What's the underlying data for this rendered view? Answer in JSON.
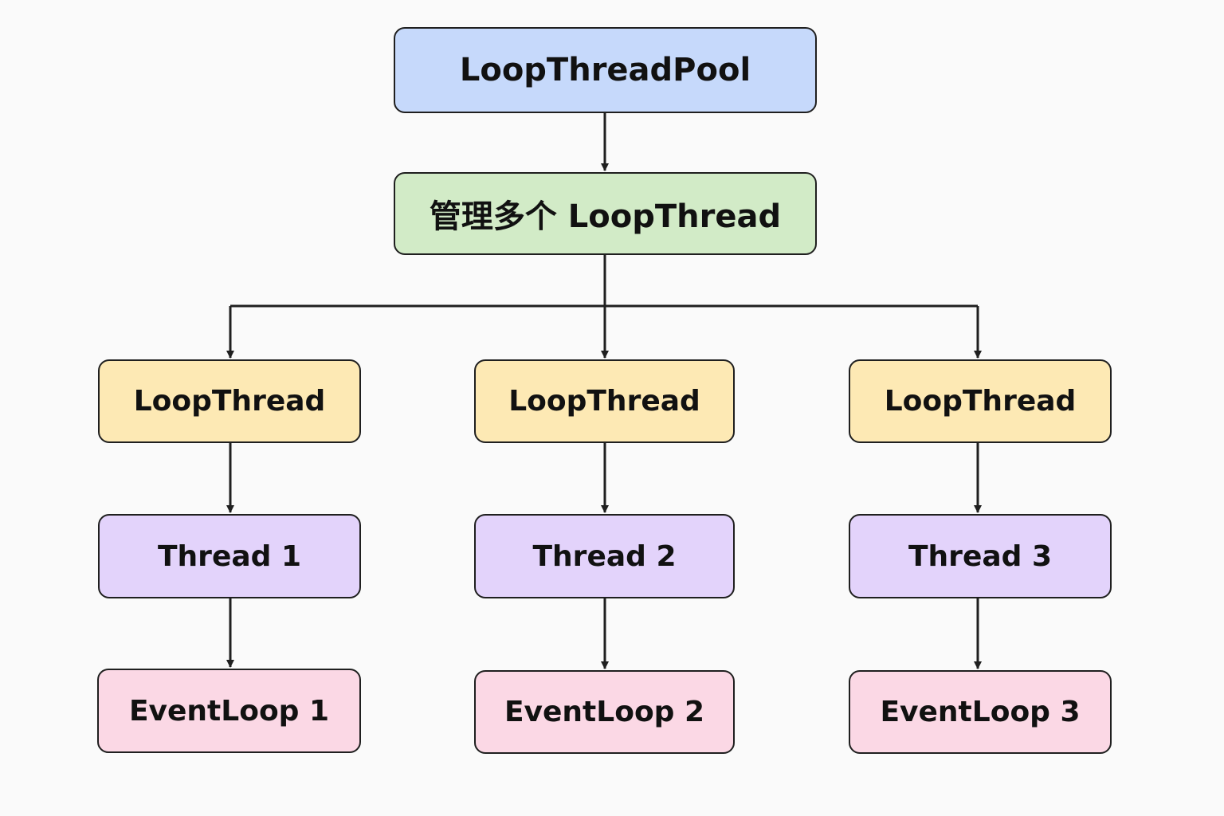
{
  "root": {
    "label": "LoopThreadPool"
  },
  "manager": {
    "label": "管理多个 LoopThread"
  },
  "columns": [
    {
      "loop_thread": "LoopThread",
      "thread": "Thread 1",
      "event_loop": "EventLoop 1"
    },
    {
      "loop_thread": "LoopThread",
      "thread": "Thread 2",
      "event_loop": "EventLoop 2"
    },
    {
      "loop_thread": "LoopThread",
      "thread": "Thread 3",
      "event_loop": "EventLoop 3"
    }
  ],
  "colors": {
    "pool": "#c6d9fb",
    "manager": "#d2ebc7",
    "loop_thread": "#fde9b4",
    "thread": "#e3d3fb",
    "event_loop": "#fbd8e5",
    "line": "#1f1f1f"
  }
}
